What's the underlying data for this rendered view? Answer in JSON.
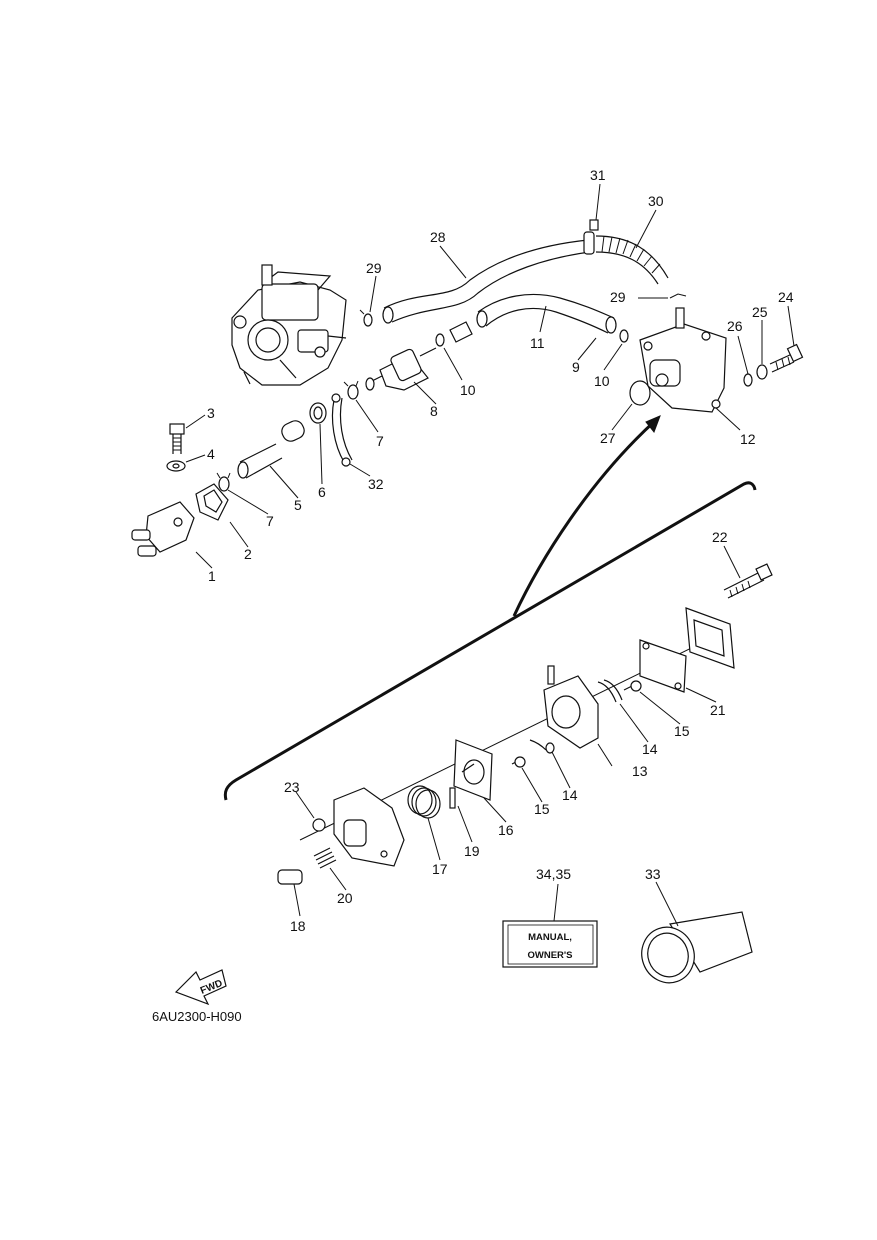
{
  "diagram": {
    "drawing_code": "6AU2300-H090",
    "manual_label_line1": "MANUAL,",
    "manual_label_line2": "OWNER'S",
    "fwd_label": "FWD",
    "callouts": {
      "c1": "1",
      "c2": "2",
      "c3": "3",
      "c4": "4",
      "c5": "5",
      "c6": "6",
      "c7a": "7",
      "c7b": "7",
      "c8": "8",
      "c9": "9",
      "c10a": "10",
      "c10b": "10",
      "c11": "11",
      "c12": "12",
      "c13": "13",
      "c14a": "14",
      "c14b": "14",
      "c15a": "15",
      "c15b": "15",
      "c16": "16",
      "c17": "17",
      "c18": "18",
      "c19": "19",
      "c20": "20",
      "c21": "21",
      "c22": "22",
      "c23": "23",
      "c24": "24",
      "c25": "25",
      "c26": "26",
      "c27": "27",
      "c28": "28",
      "c29a": "29",
      "c29b": "29",
      "c30": "30",
      "c31": "31",
      "c32": "32",
      "c33": "33",
      "c3435": "34,35"
    }
  }
}
